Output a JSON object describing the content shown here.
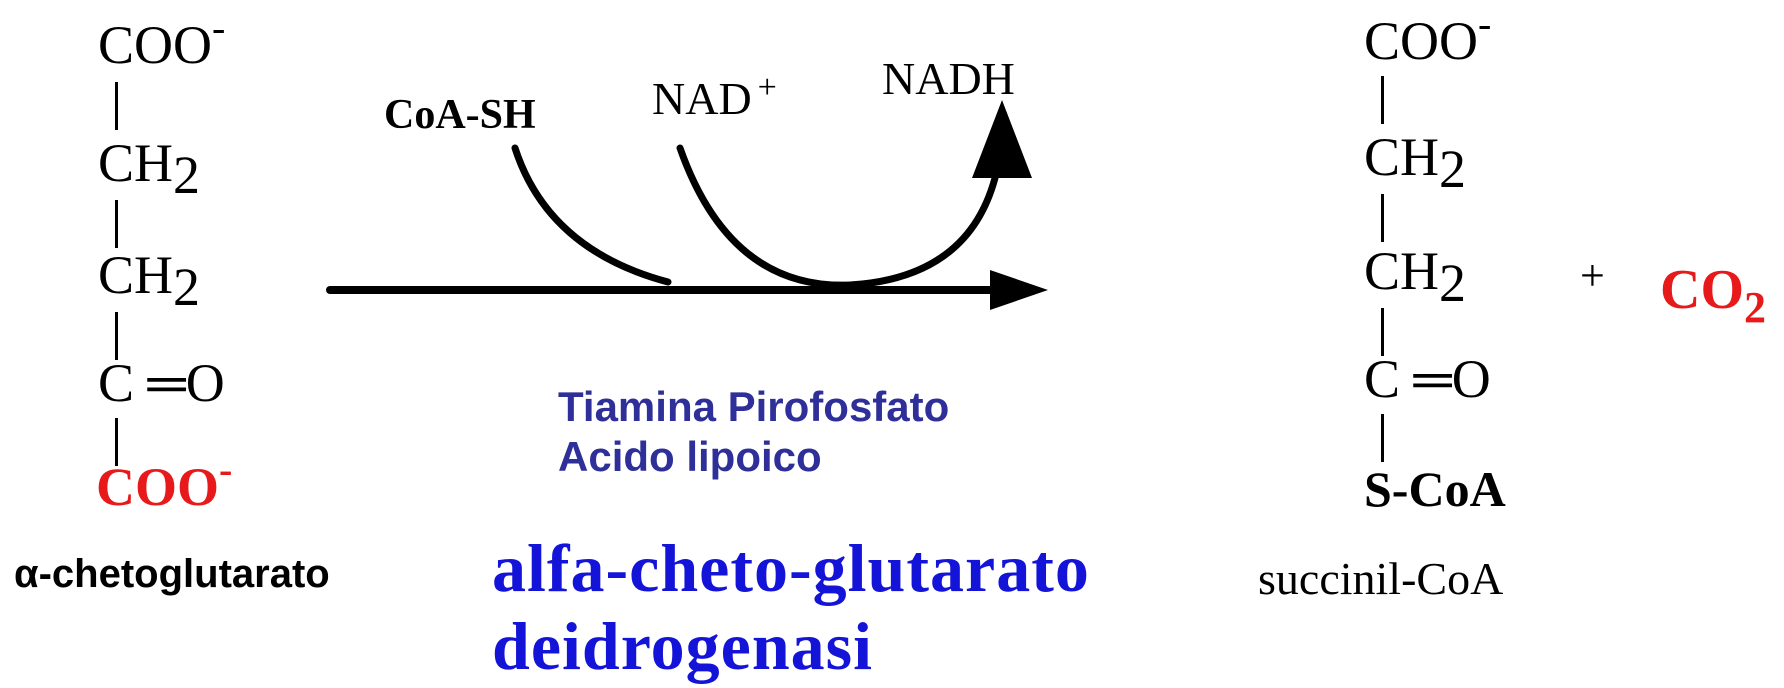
{
  "substrate": {
    "group_top": "COO",
    "group_top_charge": "-",
    "ch2_a": "CH",
    "ch2_a_sub": "2",
    "ch2_b": "CH",
    "ch2_b_sub": "2",
    "carbonyl": "C",
    "carbonyl_double_bond": "═",
    "carbonyl_o": "O",
    "group_bottom": "COO",
    "group_bottom_charge": "-",
    "name": "α-chetoglutarato",
    "highlight_color": "#e8191a"
  },
  "reaction": {
    "reactant_cofactor": "CoA-SH",
    "nad": "NAD",
    "nad_charge": "+",
    "nadh": "NADH",
    "cofactors_line1": "Tiamina Pirofosfato",
    "cofactors_line2": "Acido lipoico",
    "enzyme_line1": "alfa-cheto-glutarato",
    "enzyme_line2": "deidrogenasi",
    "cofactor_color": "#2f2f9a",
    "enzyme_color": "#1414d8"
  },
  "product": {
    "group_top": "COO",
    "group_top_charge": "-",
    "ch2_a": "CH",
    "ch2_a_sub": "2",
    "ch2_b": "CH",
    "ch2_b_sub": "2",
    "carbonyl": "C",
    "carbonyl_double_bond": "═",
    "carbonyl_o": "O",
    "thioester": "S-CoA",
    "name": "succinil-CoA"
  },
  "byproduct": {
    "plus": "+",
    "co2": "CO",
    "co2_sub": "2",
    "color": "#e8191a"
  }
}
